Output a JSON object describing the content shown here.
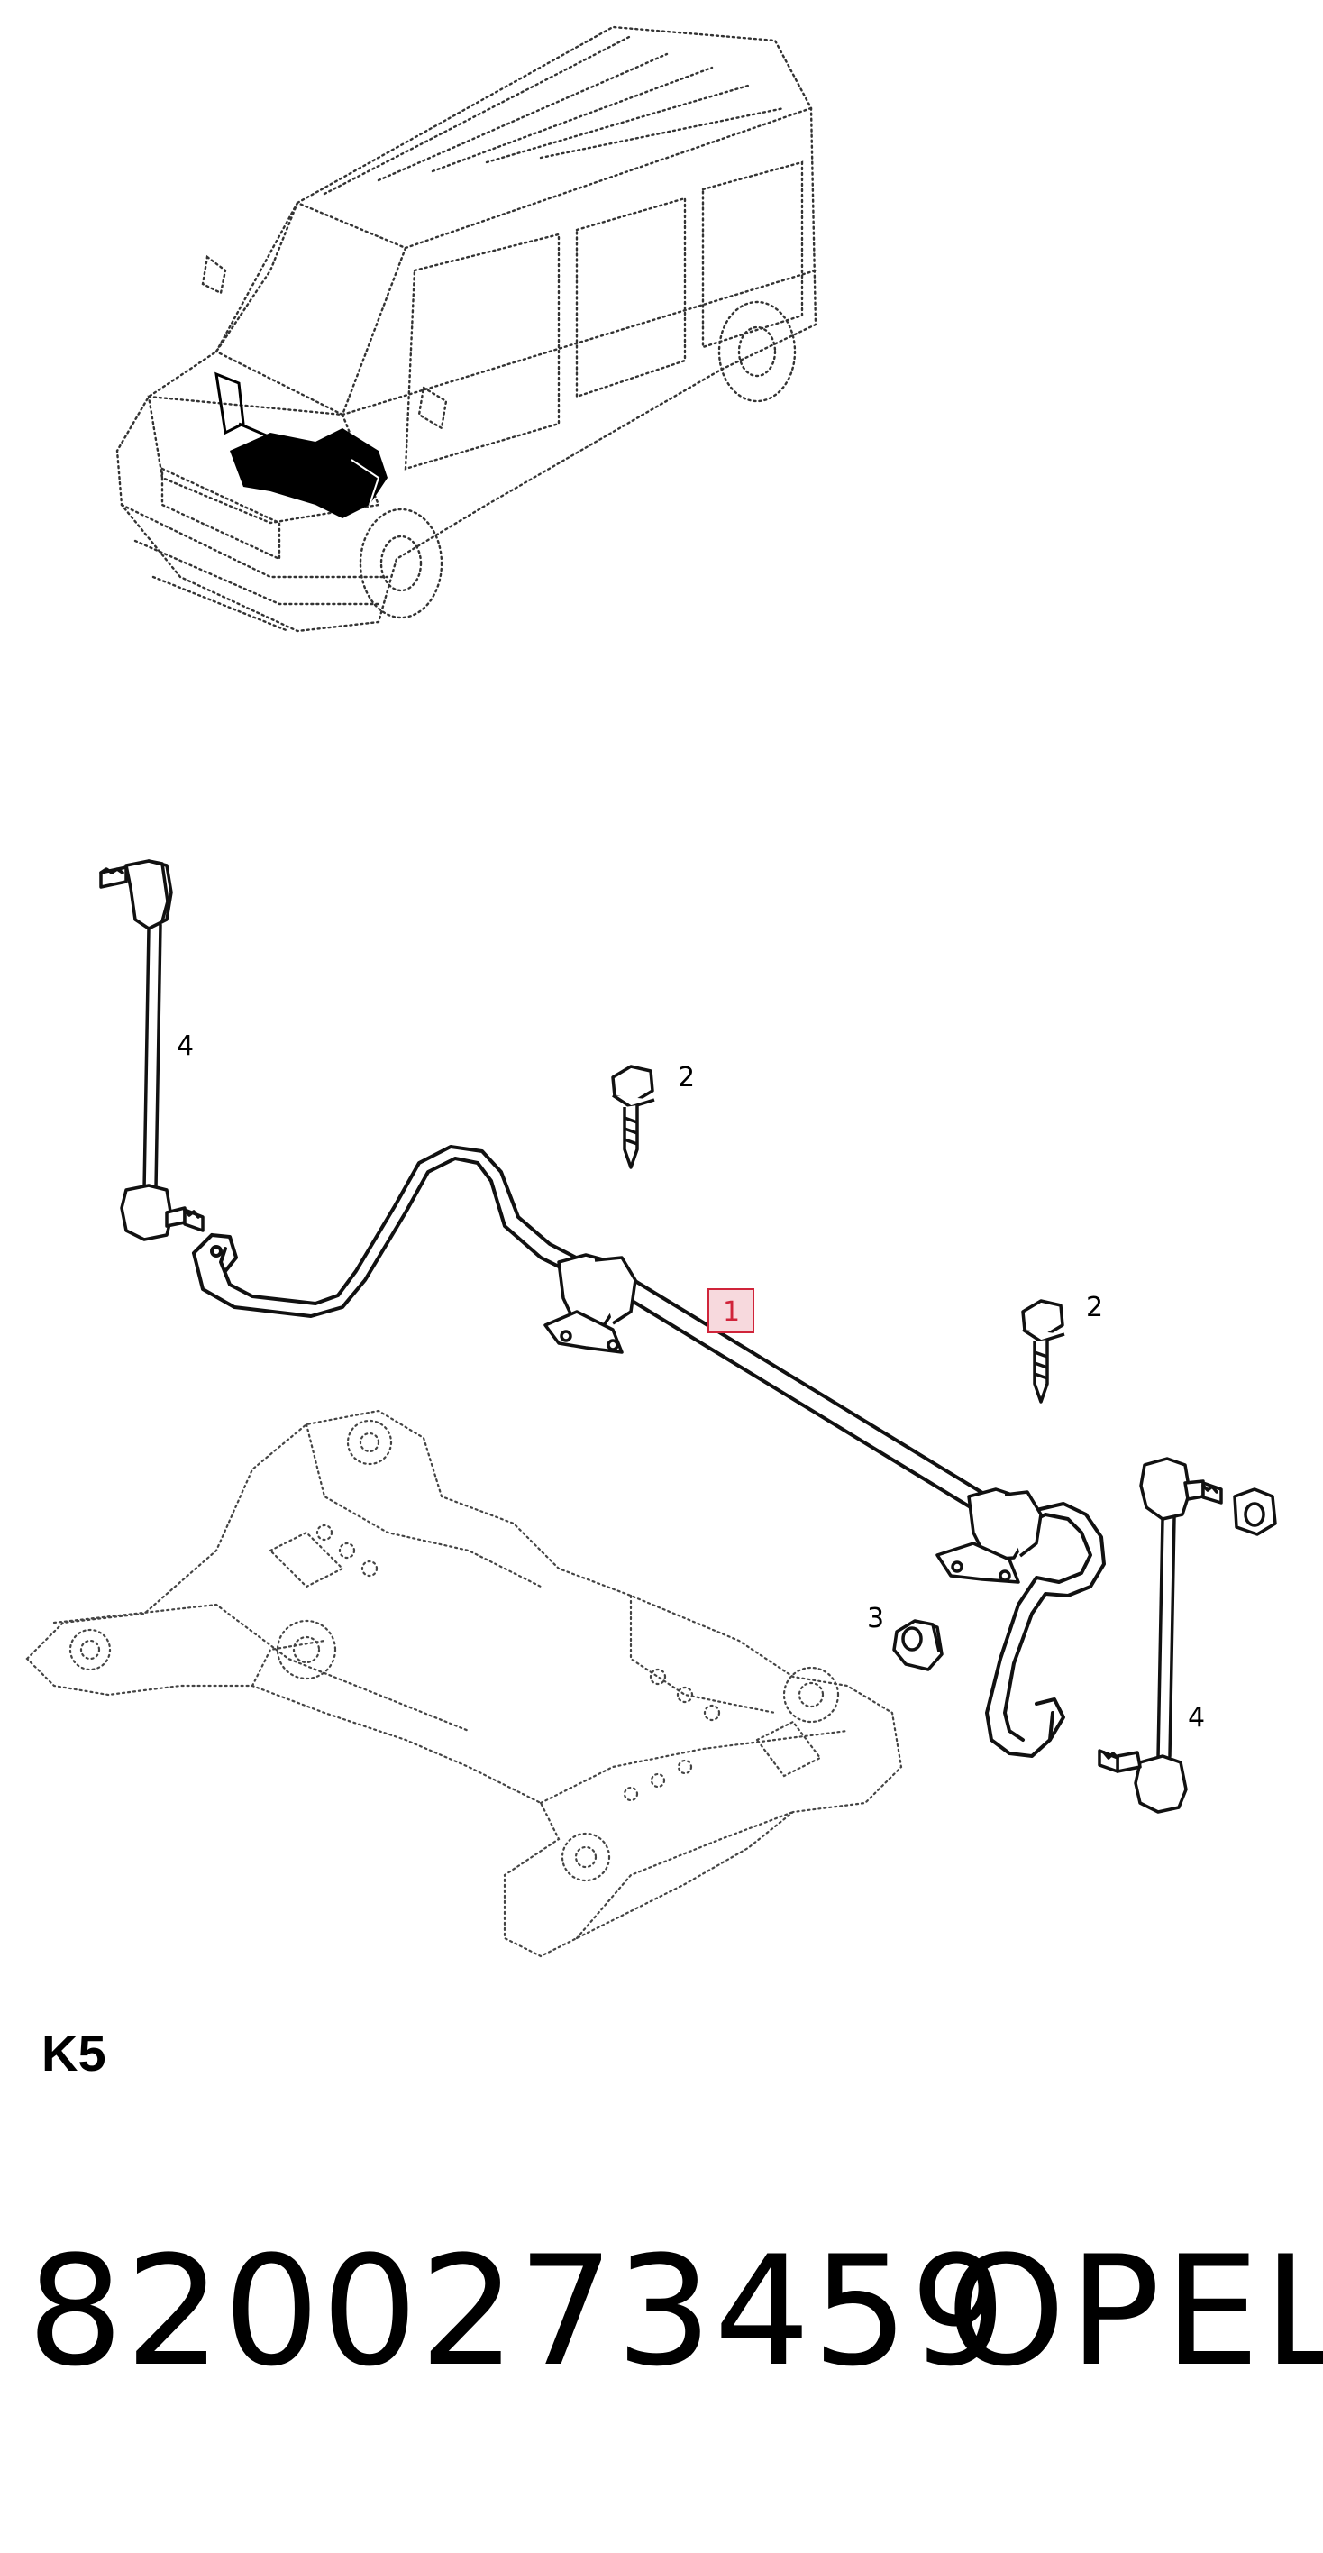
{
  "diagram": {
    "callouts": [
      {
        "id": "callout-1",
        "label": "1",
        "highlighted": true
      },
      {
        "id": "callout-2a",
        "label": "2"
      },
      {
        "id": "callout-2b",
        "label": "2"
      },
      {
        "id": "callout-3",
        "label": "3"
      },
      {
        "id": "callout-4a",
        "label": "4"
      },
      {
        "id": "callout-4b",
        "label": "4"
      }
    ],
    "highlight_color": "#d0243a",
    "highlight_fill": "#f7d9dd"
  },
  "section_code": "K5",
  "part_number": "8200273459",
  "brand": "OPEL"
}
